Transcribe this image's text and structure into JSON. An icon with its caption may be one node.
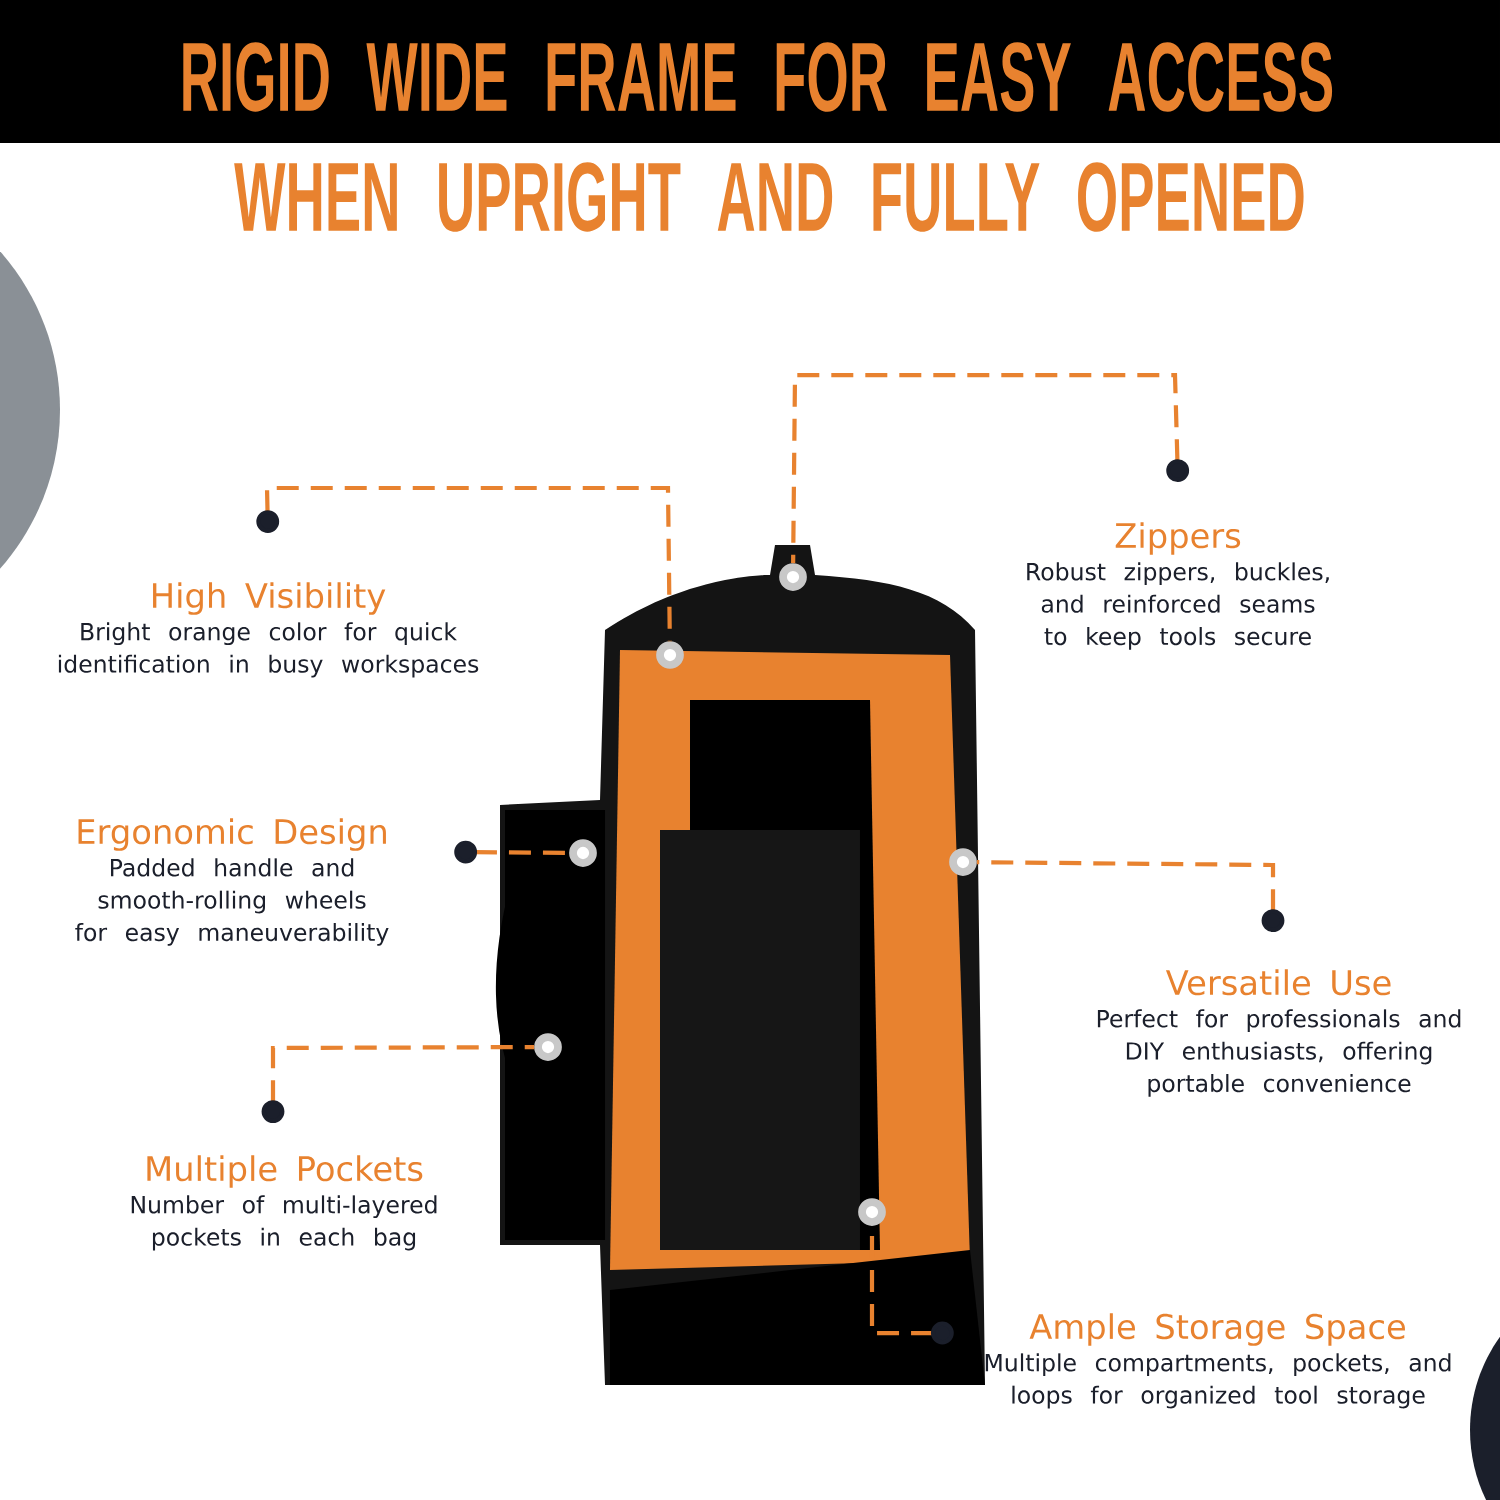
{
  "diagram": {
    "title": "RIGID WIDE FRAME FOR EASY ACCESS",
    "nodes": [
      {
        "text": [],
        "shape": "picture"
      },
      {
        "text": [
          "High Visibility",
          "Bright orange color for quick identification in busy workspaces"
        ]
      },
      {
        "text": [],
        "shape": "circle",
        "in": 0
      },
      {
        "text": [
          "Zippers",
          "Robust zippers, buckles, and reinforced seams to keep tools secure"
        ]
      },
      {
        "text": [],
        "shape": "circle",
        "in": 0
      },
      {
        "text": [
          "Ergonomic Design",
          "Padded handle and smooth-rolling wheels for easy maneuverability"
        ]
      },
      {
        "text": [],
        "shape": "circle",
        "in": 0
      },
      {
        "text": [
          "Versatile Use",
          "Perfect for professionals and DIY enthusiasts, offering portable convenience"
        ]
      },
      {
        "text": [],
        "shape": "circle",
        "in": 0
      },
      {
        "text": [
          "Multiple Pockets",
          "Number of multi-layered pockets in each bag"
        ]
      },
      {
        "text": [],
        "shape": "circle",
        "in": 0
      },
      {
        "text": [
          "Ample Storage Space",
          "Multiple compartments, pockets, and loops for organized tool storage"
        ]
      },
      {
        "text": [],
        "shape": "circle",
        "in": 0
      }
    ],
    "edges": [
      {
        "from": 1,
        "to": 2,
        "arrow": "other",
        "style": "dashed"
      },
      {
        "from": 3,
        "to": 4,
        "arrow": "other",
        "style": "dashed"
      },
      {
        "from": 5,
        "to": 6,
        "arrow": "other",
        "style": "dashed"
      },
      {
        "from": 7,
        "to": 8,
        "arrow": "other",
        "style": "dashed"
      },
      {
        "from": 9,
        "to": 10,
        "arrow": "other",
        "style": "dashed"
      },
      {
        "from": 11,
        "to": 12,
        "arrow": "other",
        "style": "dashed"
      }
    ],
    "labels": [
      "WHEN UPRIGHT AND FULLY OPENED"
    ]
  }
}
